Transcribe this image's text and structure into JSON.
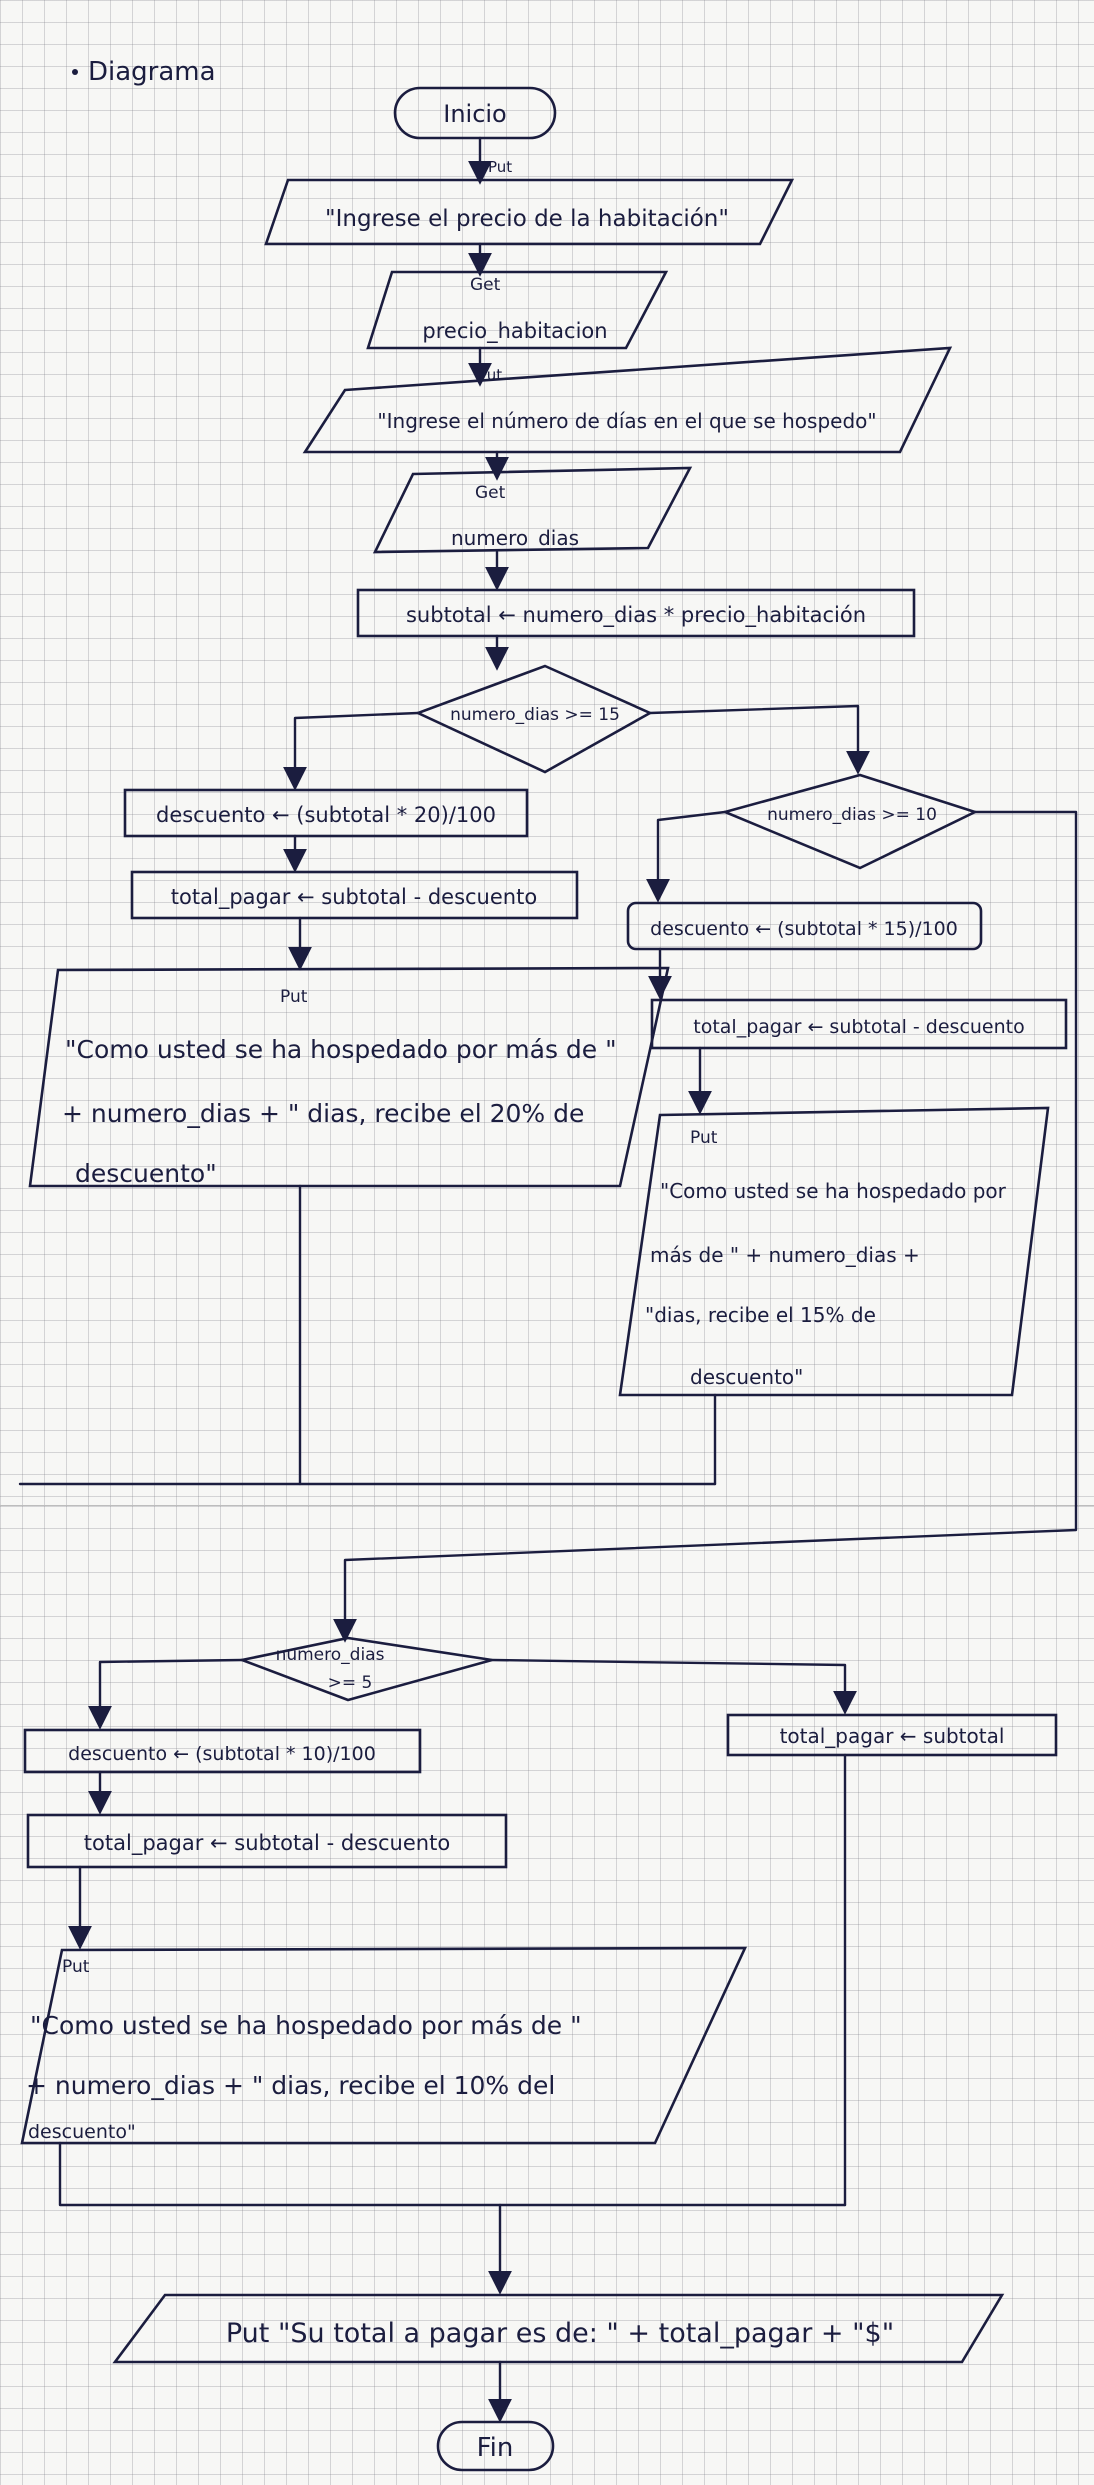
{
  "header": {
    "label": "Diagrama"
  },
  "flow": {
    "inicio": "Inicio",
    "put": "Put",
    "get": "Get",
    "out_precio": "\"Ingrese el precio de la habitación\"",
    "in_precio": "precio_habitacion",
    "out_dias": "\"Ingrese el número de días en el que se hospedo\"",
    "in_dias": "numero_dias",
    "subtotal": "subtotal ← numero_dias * precio_habitación",
    "cond15": "numero_dias >= 15",
    "desc20": "descuento ← (subtotal * 20)/100",
    "total20": "total_pagar ← subtotal - descuento",
    "msg20": [
      "\"Como usted se ha hospedado por más de \"",
      "+ numero_dias + \" dias, recibe el 20% de",
      "descuento\""
    ],
    "cond10": "numero_dias >= 10",
    "desc15": "descuento ← (subtotal * 15)/100",
    "total15": "total_pagar ← subtotal - descuento",
    "msg15": [
      "\"Como usted se ha hospedado por",
      "más de \" + numero_dias +",
      "\"dias, recibe el 15% de",
      "descuento\""
    ],
    "cond5": [
      "numero_dias",
      ">= 5"
    ],
    "desc10": "descuento ← (subtotal * 10)/100",
    "totalsub": "total_pagar ← subtotal",
    "total10": "total_pagar ← subtotal - descuento",
    "msg10": [
      "\"Como usted se ha hospedado por más de \"",
      "+ numero_dias + \" dias, recibe el 10% del",
      "descuento\""
    ],
    "final": "Put  \"Su total a pagar es de: \" + total_pagar + \"$\"",
    "fin": "Fin"
  }
}
